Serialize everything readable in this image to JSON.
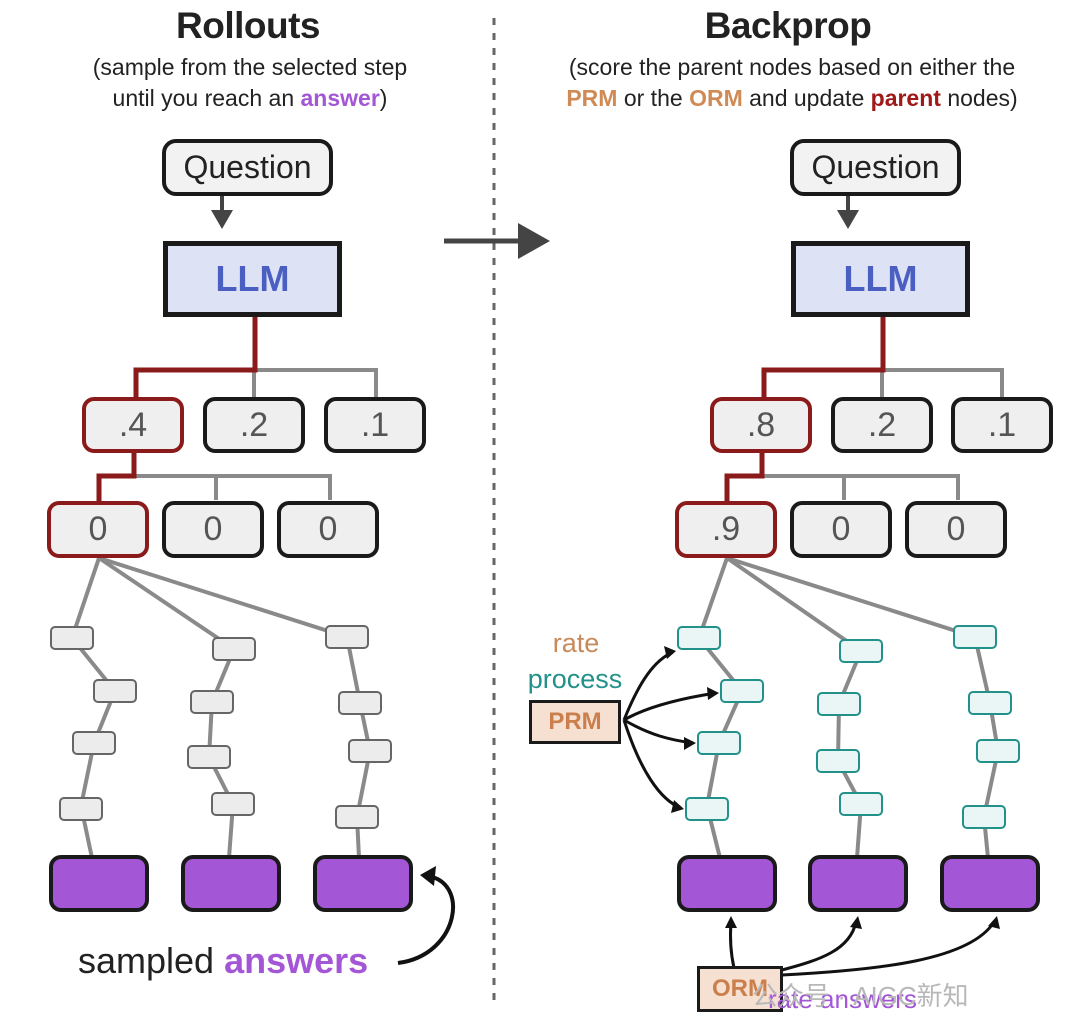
{
  "left": {
    "title": "Rollouts",
    "subtitle_line1": "(sample from the selected step",
    "subtitle_line2_pre": "until you reach an ",
    "subtitle_line2_hl": "answer",
    "subtitle_line2_post": ")",
    "question": "Question",
    "llm": "LLM",
    "scores_level1": [
      ".4",
      ".2",
      ".1"
    ],
    "scores_level2": [
      "0",
      "0",
      "0"
    ],
    "caption_pre": "sampled ",
    "caption_hl": "answers"
  },
  "right": {
    "title": "Backprop",
    "subtitle_line1": "(score the parent nodes based on either the",
    "subtitle_prm": "PRM",
    "subtitle_mid1": " or the ",
    "subtitle_orm": "ORM",
    "subtitle_mid2": " and update ",
    "subtitle_parent": "parent",
    "subtitle_end": " nodes)",
    "question": "Question",
    "llm": "LLM",
    "scores_level1": [
      ".8",
      ".2",
      ".1"
    ],
    "scores_level2": [
      ".9",
      "0",
      "0"
    ],
    "label_rate": "rate",
    "label_process": "process",
    "prm_tag": "PRM",
    "orm_tag": "ORM",
    "label_rate_answers": "rate answers"
  },
  "watermark": "公众号 · AIGC新知",
  "colors": {
    "selected_path": "#8b1a1a",
    "answer": "#a356d6",
    "llm_fill": "#dde2f4",
    "llm_text": "#4a5fc1",
    "teal": "#22918a",
    "orange": "#d08a55"
  }
}
